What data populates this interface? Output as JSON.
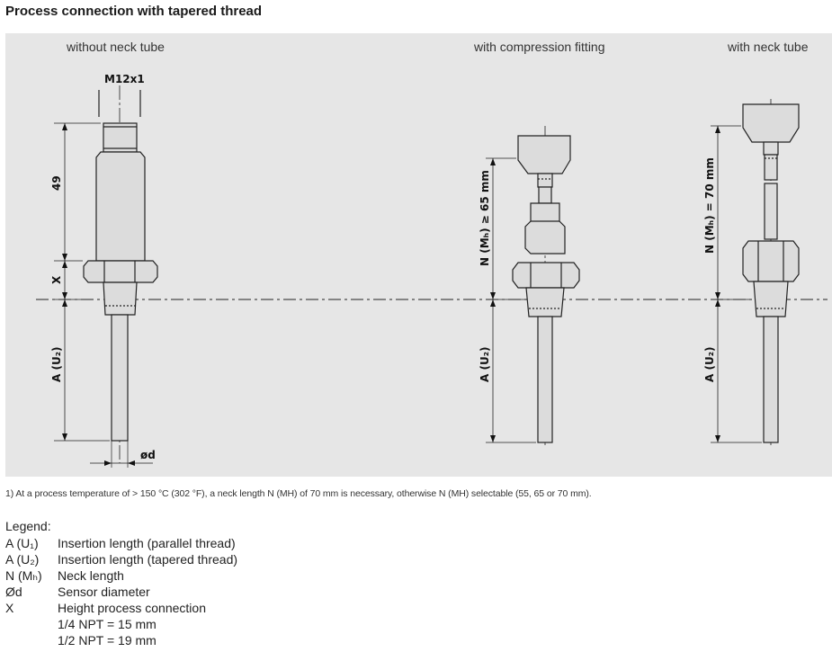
{
  "title": "Process connection with tapered thread",
  "captions": {
    "without_neck": "without neck tube",
    "compression": "with compression fitting",
    "with_neck": "with neck tube"
  },
  "dims": {
    "thread": "M12x1",
    "h49": "49",
    "x": "X",
    "a_u2": "A (U₂)",
    "d": "ød",
    "n_mh_65": "N (Mₕ) ≥ 65 mm",
    "n_mh_70": "N (Mₕ) = 70 mm"
  },
  "footnote": "1) At a process temperature of > 150 °C (302 °F), a neck length N (MH) of 70 mm is necessary, otherwise N (MH) selectable (55, 65 or 70 mm).",
  "legend": {
    "title": "Legend:",
    "items": [
      {
        "sym": "A (U₁)",
        "desc": "Insertion length (parallel thread)"
      },
      {
        "sym": "A (U₂)",
        "desc": "Insertion length (tapered thread)"
      },
      {
        "sym": "N (Mₕ)",
        "desc": "Neck length"
      },
      {
        "sym": "Ød",
        "desc": "Sensor diameter"
      },
      {
        "sym": "X",
        "desc": "Height process connection"
      }
    ],
    "sub": [
      "1/4 NPT = 15 mm",
      "1/2 NPT = 19 mm"
    ]
  }
}
